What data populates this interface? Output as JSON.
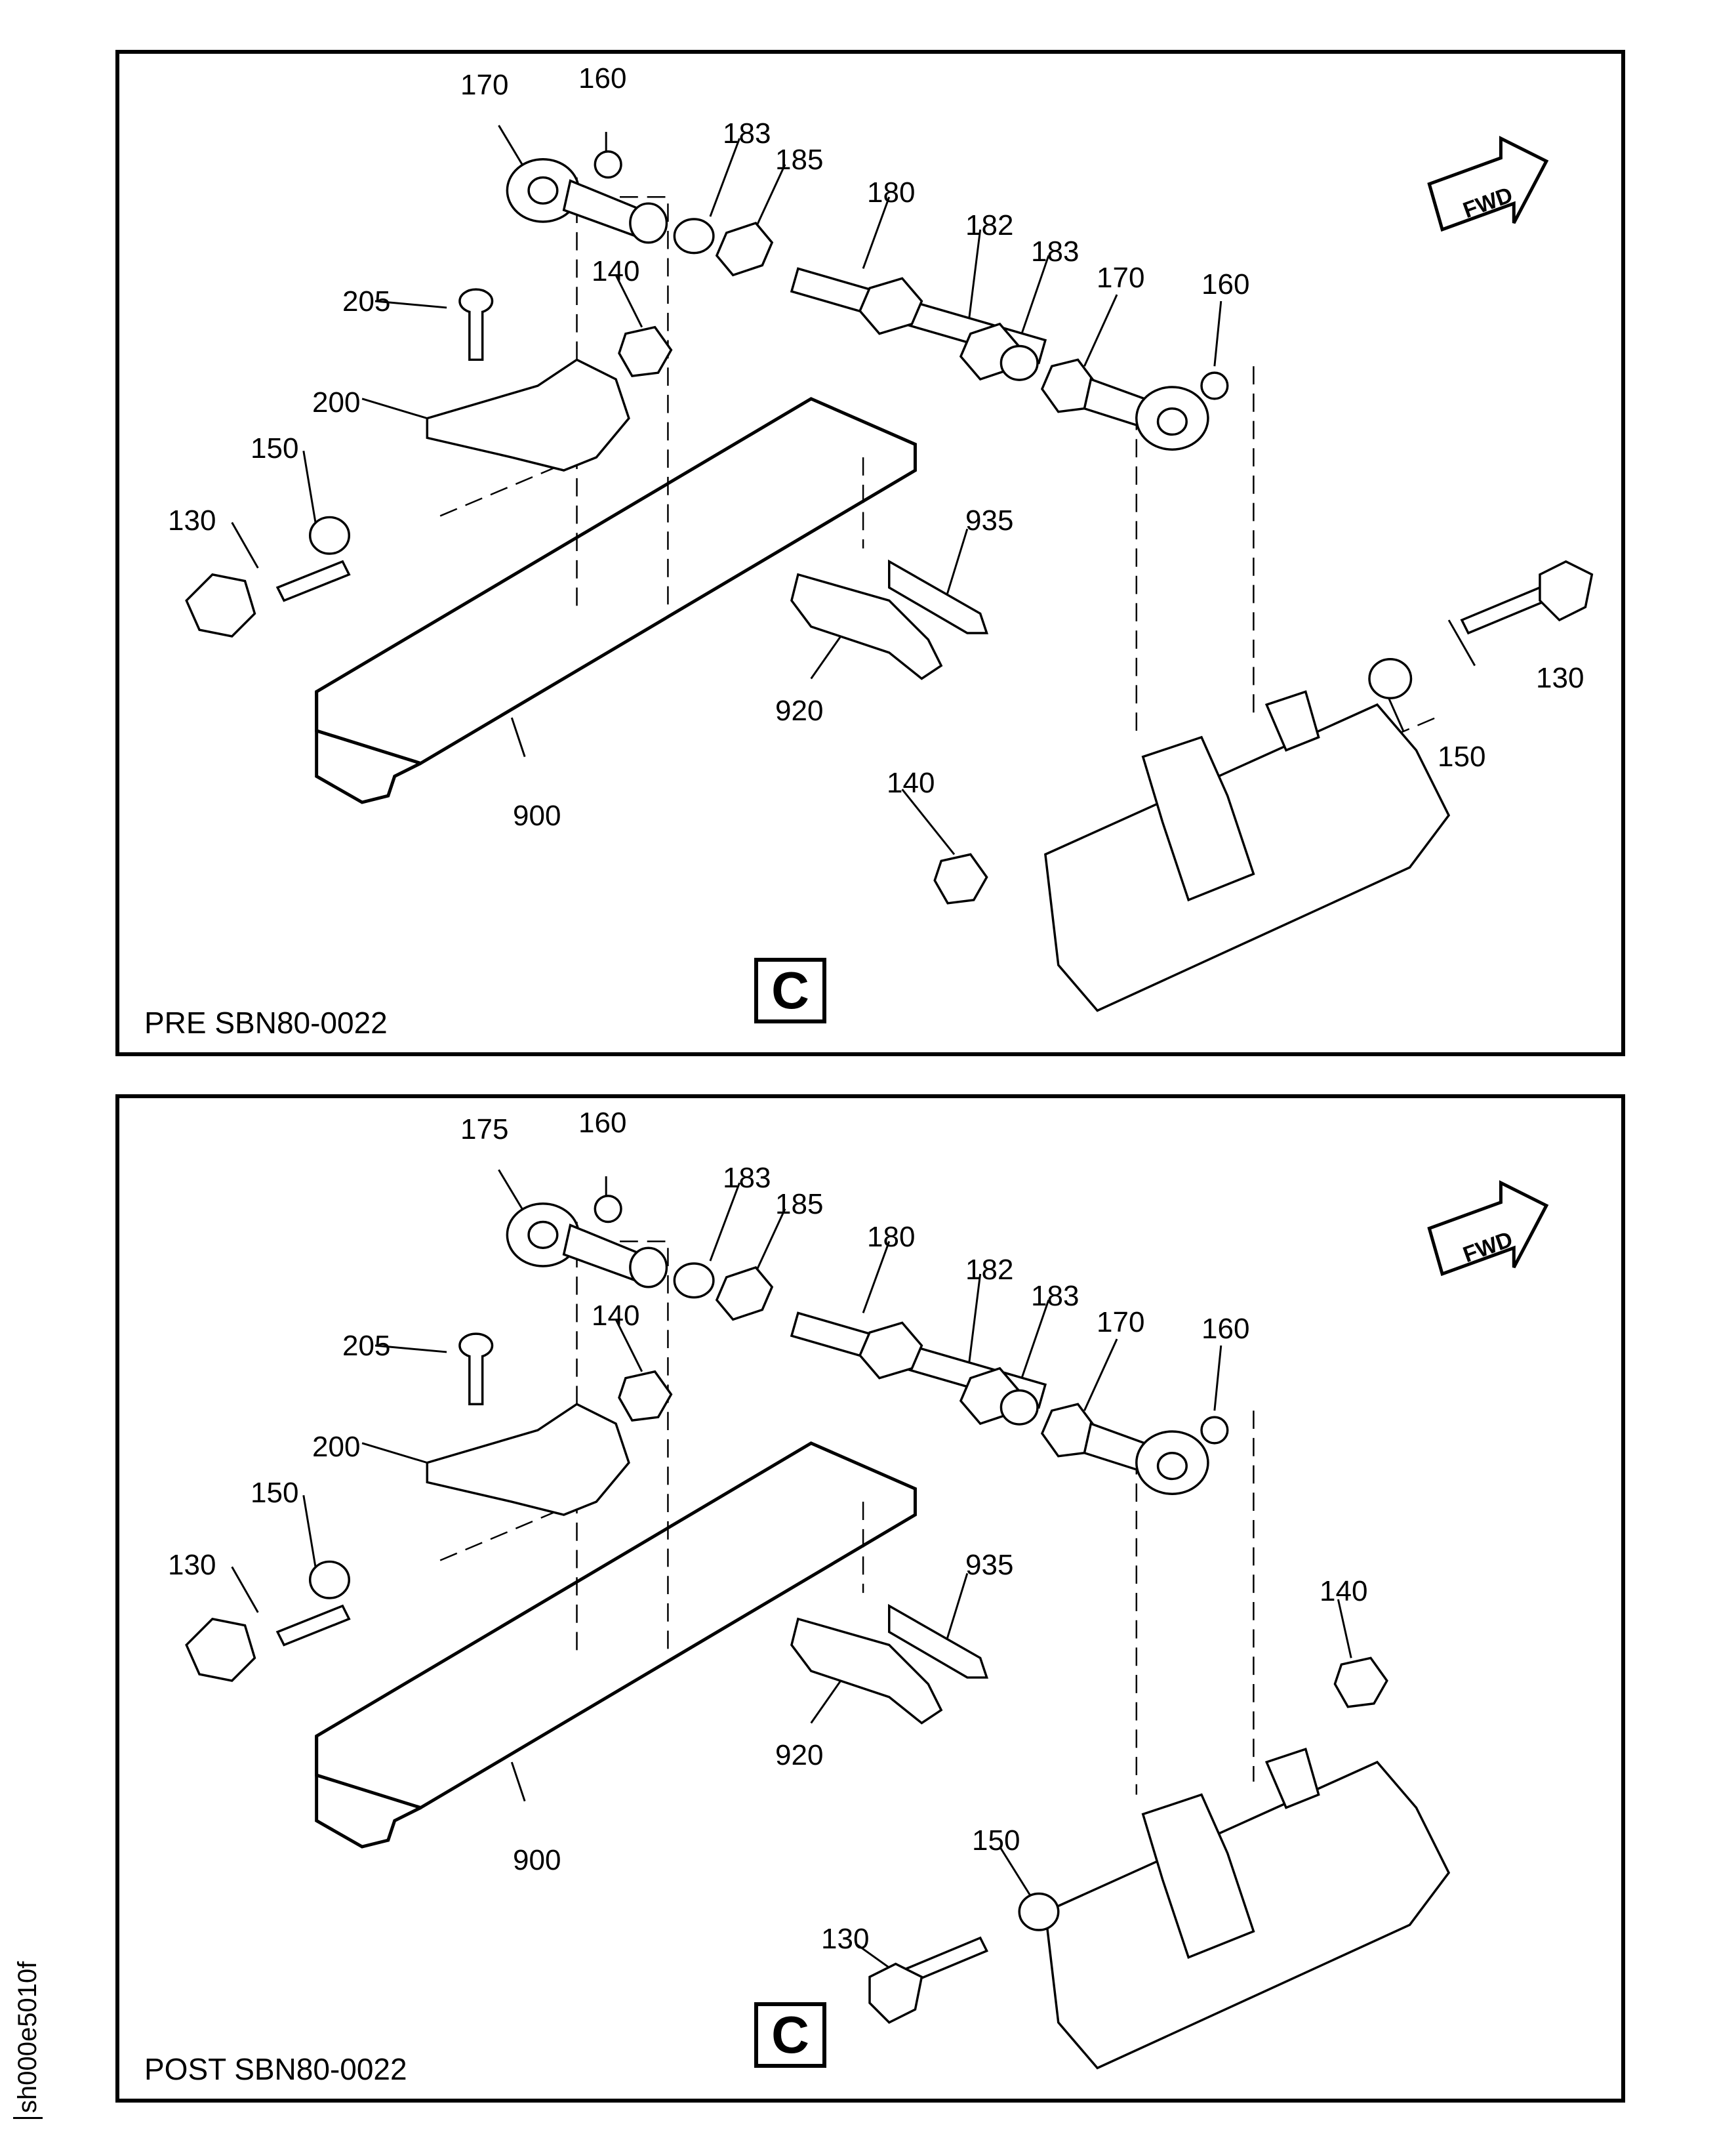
{
  "side_identifier": "sh000e5010f",
  "panels": [
    {
      "label": "PRE SBN80-0022",
      "view": "C",
      "fwd": "FWD",
      "callouts": [
        "170",
        "160",
        "183",
        "185",
        "180",
        "182",
        "183",
        "170",
        "160",
        "205",
        "140",
        "200",
        "150",
        "130",
        "935",
        "920",
        "900",
        "130",
        "150",
        "140"
      ]
    },
    {
      "label": "POST SBN80-0022",
      "view": "C",
      "fwd": "FWD",
      "callouts": [
        "175",
        "160",
        "183",
        "185",
        "180",
        "182",
        "183",
        "170",
        "160",
        "205",
        "140",
        "200",
        "150",
        "130",
        "935",
        "920",
        "900",
        "140",
        "150",
        "130"
      ]
    }
  ]
}
